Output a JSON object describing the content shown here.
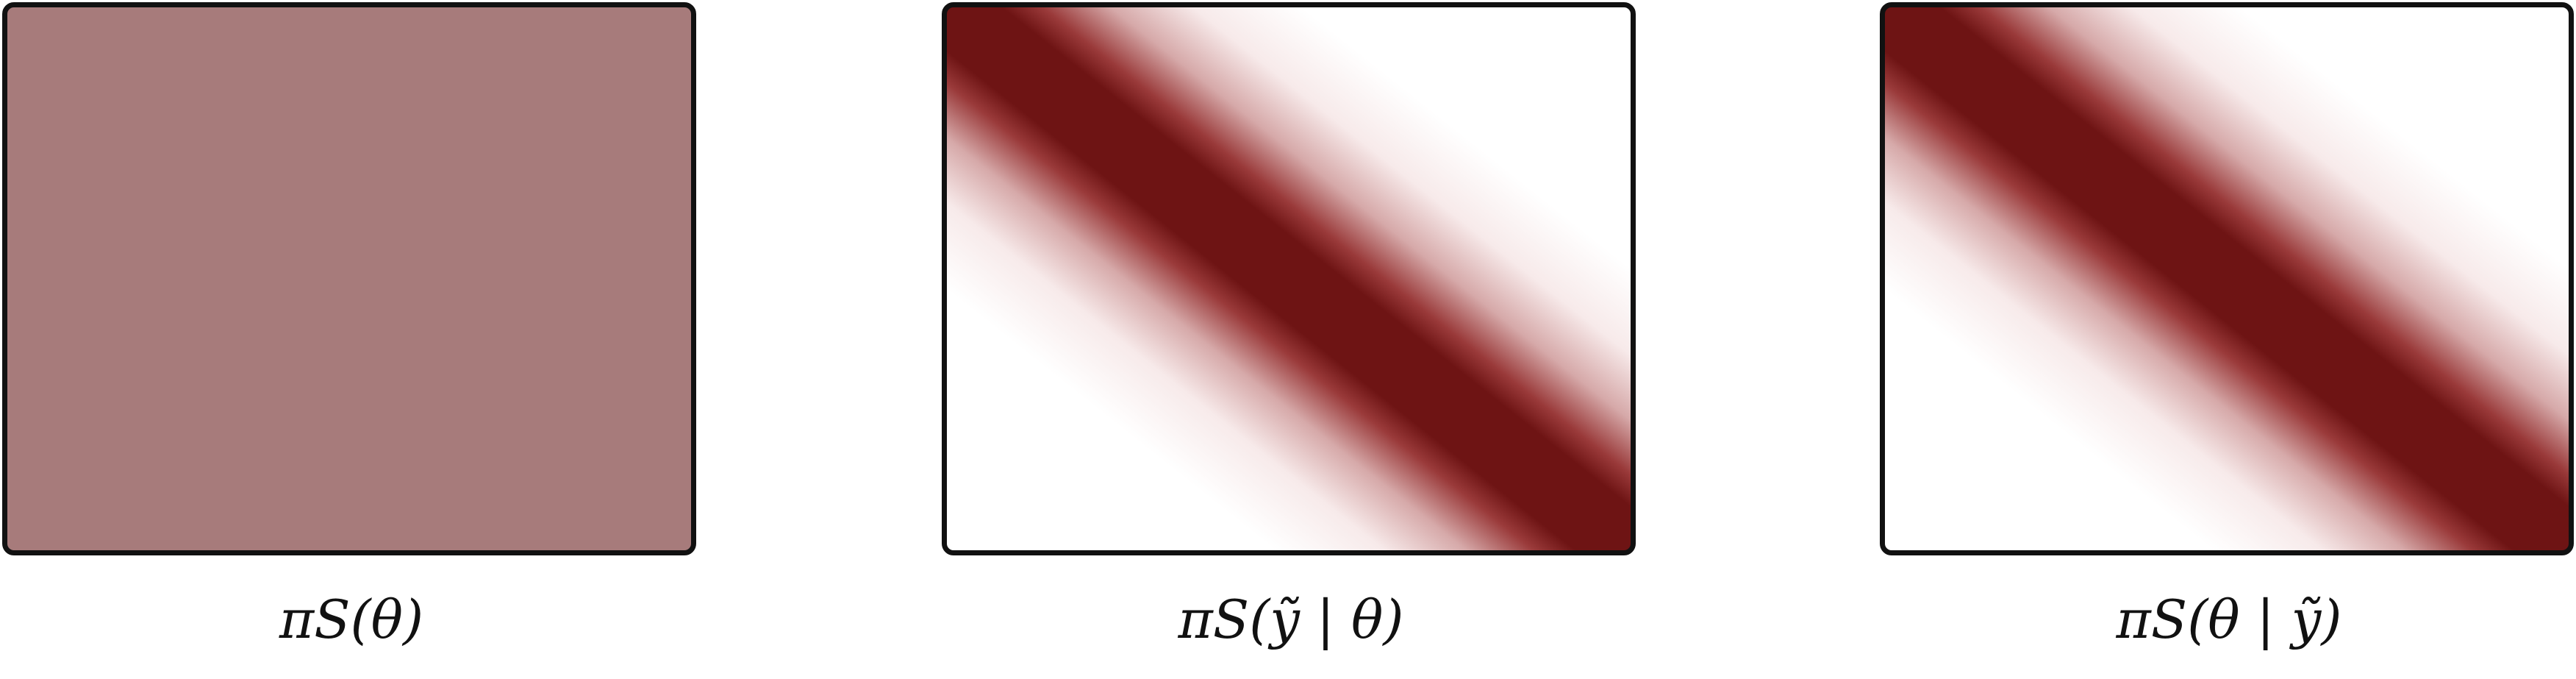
{
  "panels": [
    {
      "caption": "πS(θ)",
      "fill_style": "uniform",
      "fill_color": "#a77b7b"
    },
    {
      "caption": "πS(ỹ | θ)",
      "fill_style": "diagonal-band",
      "fill_color": "#6e1414"
    },
    {
      "caption": "πS(θ | ỹ)",
      "fill_style": "diagonal-band",
      "fill_color": "#6e1414"
    }
  ],
  "colors": {
    "frame_border": "#111111",
    "background": "#ffffff"
  }
}
